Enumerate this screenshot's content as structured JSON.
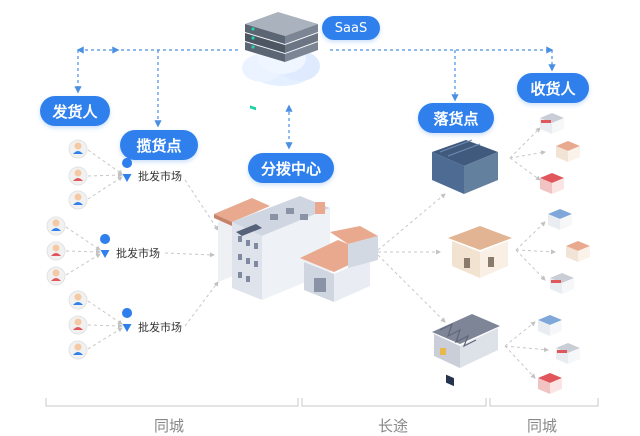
{
  "saas": {
    "label": "SaaS"
  },
  "labels": {
    "shipper": "发货人",
    "pickup_point": "揽货点",
    "sorting_center": "分拨中心",
    "drop_point": "落货点",
    "receiver": "收货人"
  },
  "markets": [
    "批发市场",
    "批发市场",
    "批发市场"
  ],
  "segments": [
    "同城",
    "长途",
    "同城"
  ],
  "colors": {
    "accent": "#2f80ed",
    "dashed_line": "#4a90e2",
    "gray_line": "#bbbbbb"
  }
}
